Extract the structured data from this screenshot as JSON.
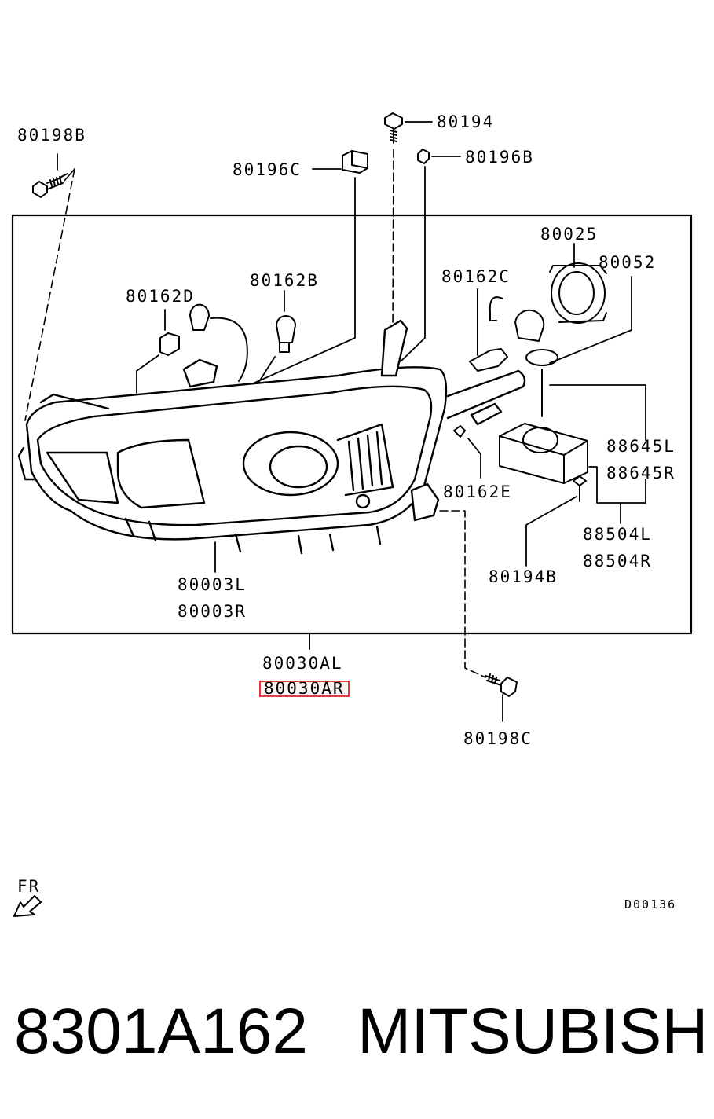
{
  "labels": {
    "l_80198B": "80198B",
    "l_80194": "80194",
    "l_80196C": "80196C",
    "l_80196B": "80196B",
    "l_80025": "80025",
    "l_80052": "80052",
    "l_80162D": "80162D",
    "l_80162B": "80162B",
    "l_80162C": "80162C",
    "l_88645L": "88645L",
    "l_88645R": "88645R",
    "l_80162E": "80162E",
    "l_88504L": "88504L",
    "l_88504R": "88504R",
    "l_80194B": "80194B",
    "l_80003L": "80003L",
    "l_80003R": "80003R",
    "l_80030AL": "80030AL",
    "l_80030AR": "80030AR",
    "l_80198C": "80198C"
  },
  "compass": "FR",
  "diagram_code": "D00136",
  "part_number": "8301A162",
  "brand": "MITSUBISHI",
  "highlight_color": "#e03a3a"
}
